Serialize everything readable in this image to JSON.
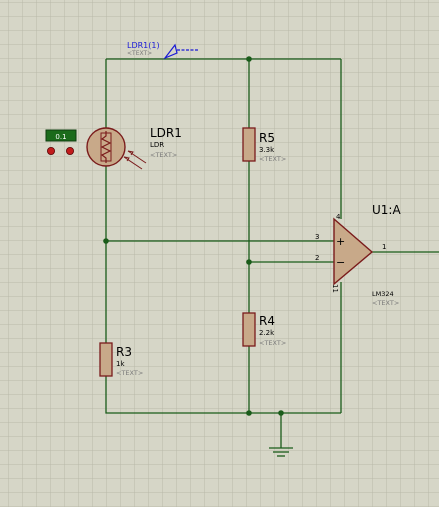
{
  "canvas": {
    "background": "#d6d6c7",
    "grid_color": "#b9b9aa",
    "wire_color": "#1a5c1a",
    "body_fill": "#c8a989",
    "body_stroke": "#7a1b1b"
  },
  "terminal": {
    "label": "LDR1(1)",
    "color": "#1a1ad6"
  },
  "ldr": {
    "ref": "LDR1",
    "type": "LDR",
    "text": "<TEXT>",
    "indicator": "0.1"
  },
  "r5": {
    "ref": "R5",
    "value": "3.3k",
    "text": "<TEXT>"
  },
  "r4": {
    "ref": "R4",
    "value": "2.2k",
    "text": "<TEXT>"
  },
  "r3": {
    "ref": "R3",
    "value": "1k",
    "text": "<TEXT>"
  },
  "opamp": {
    "ref": "U1:A",
    "part": "LM324",
    "text": "<TEXT>",
    "pin_plus": "3",
    "pin_minus": "2",
    "pin_out": "1",
    "pin_vcc": "4",
    "pin_gnd": "11",
    "plus_sign": "+",
    "minus_sign": "−"
  }
}
